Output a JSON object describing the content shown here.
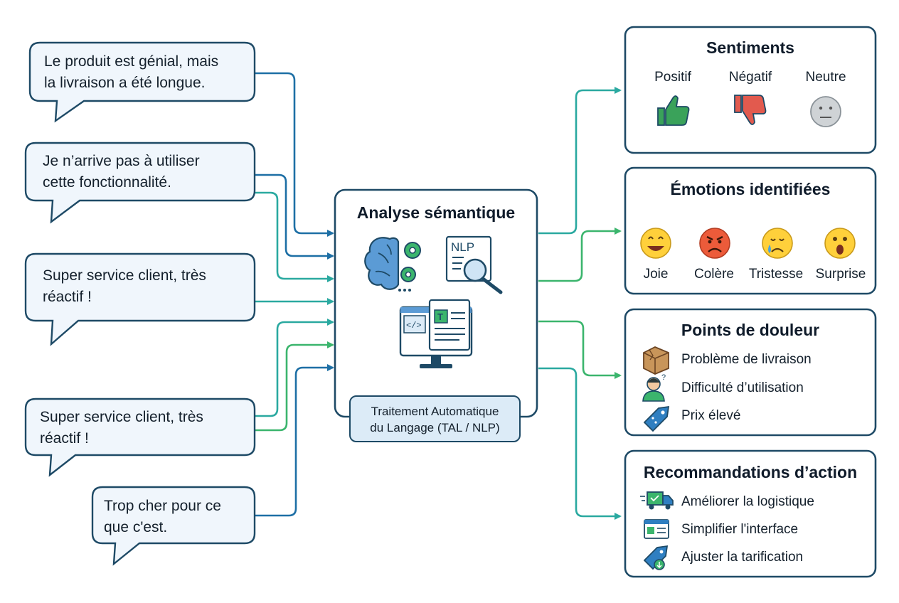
{
  "feedback": [
    {
      "lines": [
        "Le produit est génial, mais",
        "la livraison a été longue."
      ]
    },
    {
      "lines": [
        "Je n’arrive pas à utiliser",
        "cette fonctionnalité."
      ]
    },
    {
      "lines": [
        "Super service client, très",
        "réactif !"
      ]
    },
    {
      "lines": [
        "Super service client, très",
        "réactif !"
      ]
    },
    {
      "lines": [
        "Trop cher pour ce",
        "que c'est."
      ]
    }
  ],
  "analysis": {
    "title": "Analyse sémantique",
    "nlp_badge": "NLP",
    "processing_line1": "Traitement Automatique",
    "processing_line2": "du Langage (TAL / NLP)",
    "icons": [
      "brain-icon",
      "gear-icon",
      "nlp-document-search-icon",
      "code-monitor-icon"
    ]
  },
  "sentiments": {
    "title": "Sentiments",
    "items": [
      {
        "label": "Positif",
        "icon": "thumbs-up-icon",
        "color": "#3aa25a"
      },
      {
        "label": "Négatif",
        "icon": "thumbs-down-icon",
        "color": "#e25a4e"
      },
      {
        "label": "Neutre",
        "icon": "neutral-face-icon",
        "color": "#cfd3d6"
      }
    ]
  },
  "emotions": {
    "title": "Émotions identifiées",
    "items": [
      {
        "label": "Joie",
        "icon": "joy-face-icon"
      },
      {
        "label": "Colère",
        "icon": "anger-face-icon"
      },
      {
        "label": "Tristesse",
        "icon": "sad-face-icon"
      },
      {
        "label": "Surprise",
        "icon": "surprise-face-icon"
      }
    ]
  },
  "pain_points": {
    "title": "Points de douleur",
    "items": [
      {
        "label": "Problème de livraison",
        "icon": "damaged-box-icon"
      },
      {
        "label": "Difficulté d’utilisation",
        "icon": "confused-person-icon"
      },
      {
        "label": "Prix élevé",
        "icon": "price-tag-icon"
      }
    ]
  },
  "recommendations": {
    "title": "Recommandations d’action",
    "items": [
      {
        "label": "Améliorer la logistique",
        "icon": "delivery-truck-icon"
      },
      {
        "label": "Simplifier l'interface",
        "icon": "interface-window-icon"
      },
      {
        "label": "Ajuster la tarification",
        "icon": "pricing-tag-icon"
      }
    ]
  },
  "colors": {
    "outline": "#1e4a66",
    "bubble_fill": "#f0f6fc",
    "wire_blue": "#1d6fa5",
    "wire_teal": "#2aa9a0",
    "wire_green": "#3bb56d"
  }
}
